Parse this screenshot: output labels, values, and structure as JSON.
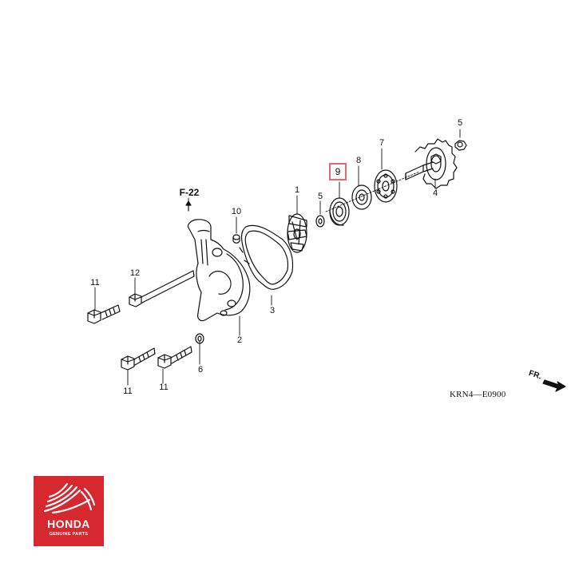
{
  "diagram": {
    "section_ref": "F-22",
    "diagram_code": "KRN4—E0900",
    "front_indicator": "FR.",
    "highlighted_part": "9",
    "callouts": {
      "c1": "1",
      "c2": "2",
      "c3": "3",
      "c4": "4",
      "c5a": "5",
      "c5b": "5",
      "c6": "6",
      "c7": "7",
      "c8": "8",
      "c10": "10",
      "c11a": "11",
      "c11b": "11",
      "c11c": "11",
      "c12": "12"
    }
  },
  "brand": {
    "name": "HONDA",
    "tagline": "GENUINE PARTS",
    "color": "#d7282f"
  }
}
